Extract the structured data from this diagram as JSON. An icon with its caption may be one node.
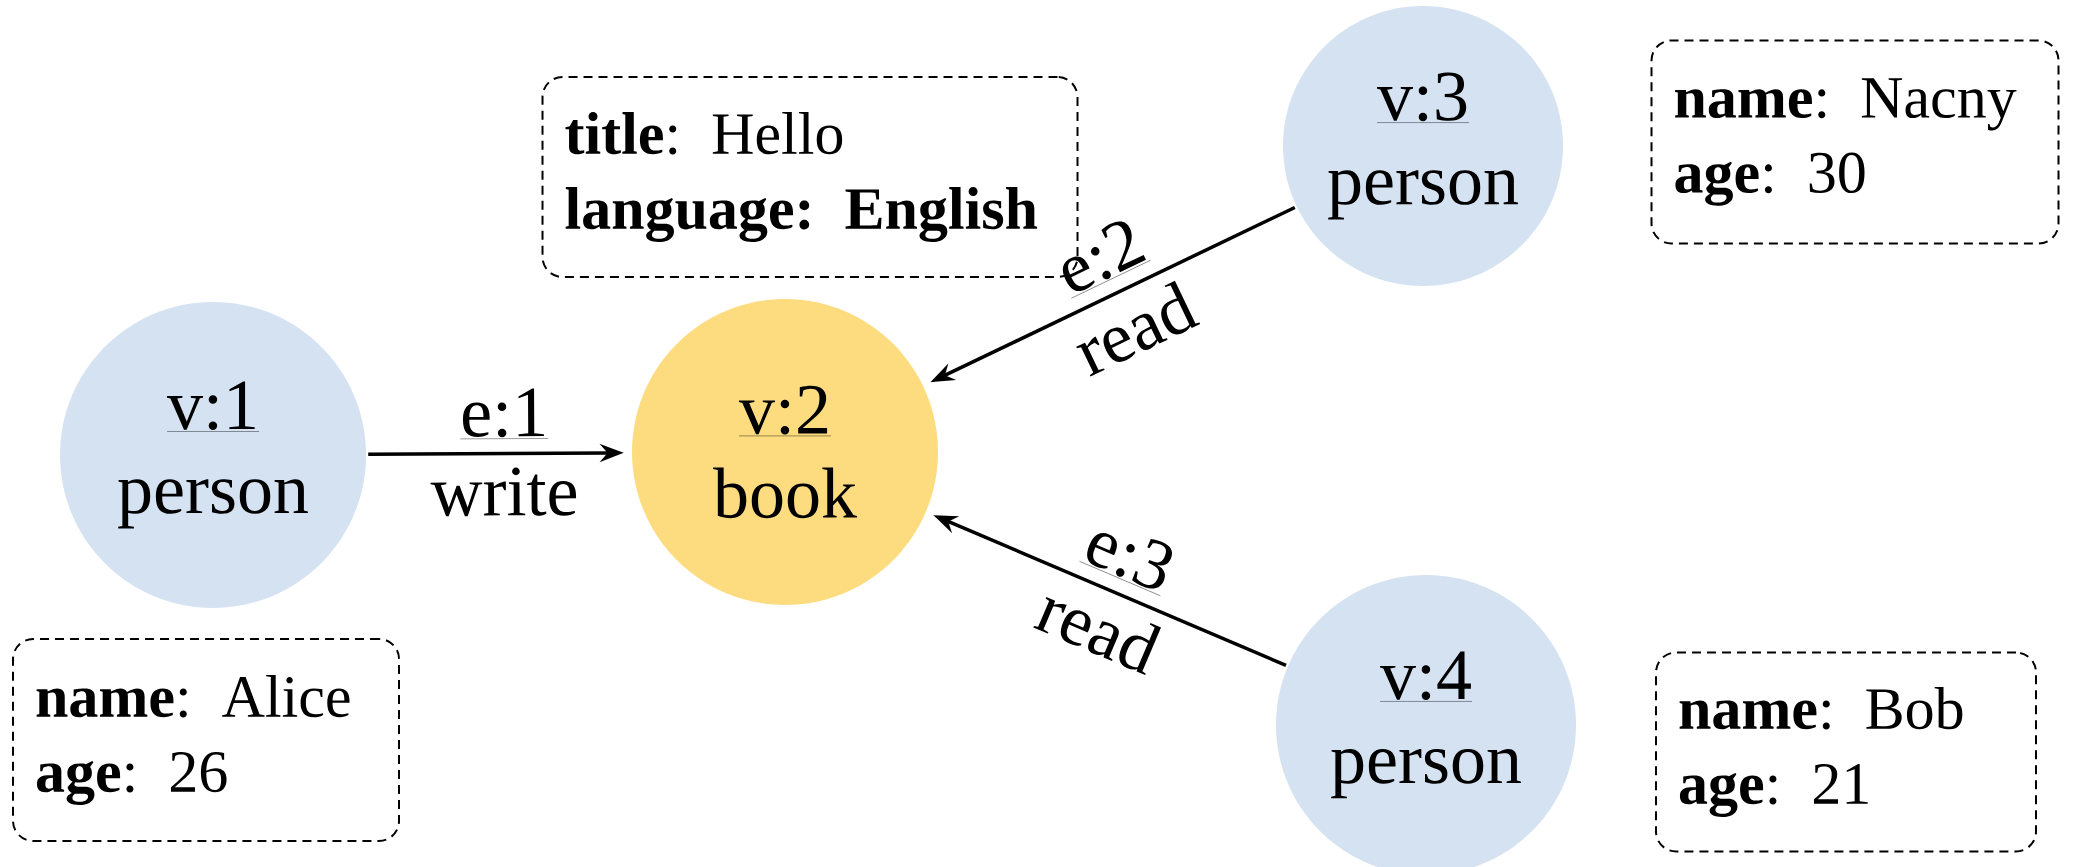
{
  "diagram": {
    "nodes": [
      {
        "text": [
          "v:1",
          "person"
        ]
      },
      {
        "text": [
          "v:2",
          "book"
        ]
      },
      {
        "text": [
          "v:3",
          "person"
        ]
      },
      {
        "text": [
          "v:4",
          "person"
        ]
      },
      {
        "text": [
          "**title**: Hello",
          "language: English"
        ]
      },
      {
        "text": [
          "**name**: Nacny",
          "**age**: 30"
        ]
      },
      {
        "text": [
          "**name**: Alice",
          "**age**: 26"
        ]
      },
      {
        "text": [
          "**name**: Bob",
          "**age**: 21"
        ]
      }
    ],
    "edges": [
      {
        "from": 0,
        "to": 1,
        "arrow": "to",
        "label": "e:1"
      },
      {
        "from": 2,
        "to": 1,
        "arrow": "to",
        "label": "e:2"
      },
      {
        "from": 3,
        "to": 1,
        "arrow": "to",
        "label": "e:3"
      }
    ],
    "labels": [
      "write",
      "read",
      "read"
    ]
  }
}
